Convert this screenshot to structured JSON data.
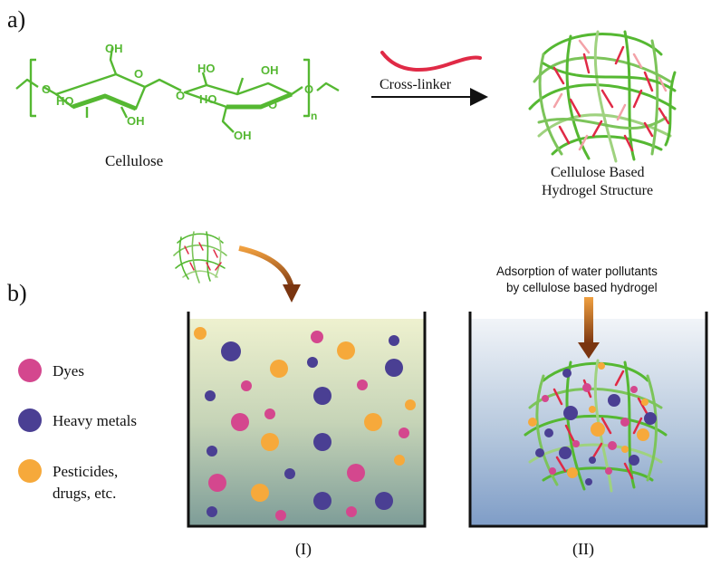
{
  "panel_a": {
    "label": "a)",
    "cellulose_label": "Cellulose",
    "subscript_n": "n",
    "atoms": {
      "oh": "OH",
      "o": "O",
      "ho": "HO"
    },
    "crosslinker_label": "Cross-linker",
    "product_line1": "Cellulose Based",
    "product_line2": "Hydrogel Structure"
  },
  "panel_b": {
    "label": "b)",
    "legend": [
      {
        "label": "Dyes",
        "color": "#d4478e"
      },
      {
        "label": "Heavy metals",
        "color": "#4a3f93"
      },
      {
        "label": "Pesticides,",
        "label2": "drugs, etc.",
        "color": "#f6a93b"
      }
    ],
    "beaker_1_label": "(I)",
    "beaker_2_label": "(II)",
    "adsorption_line1": "Adsorption of water pollutants",
    "adsorption_line2": "by cellulose based hydrogel"
  },
  "colors": {
    "cellulose_green": "#55b832",
    "crosslinker_red": "#e02a46",
    "arrow_brown": "#8b4513"
  }
}
